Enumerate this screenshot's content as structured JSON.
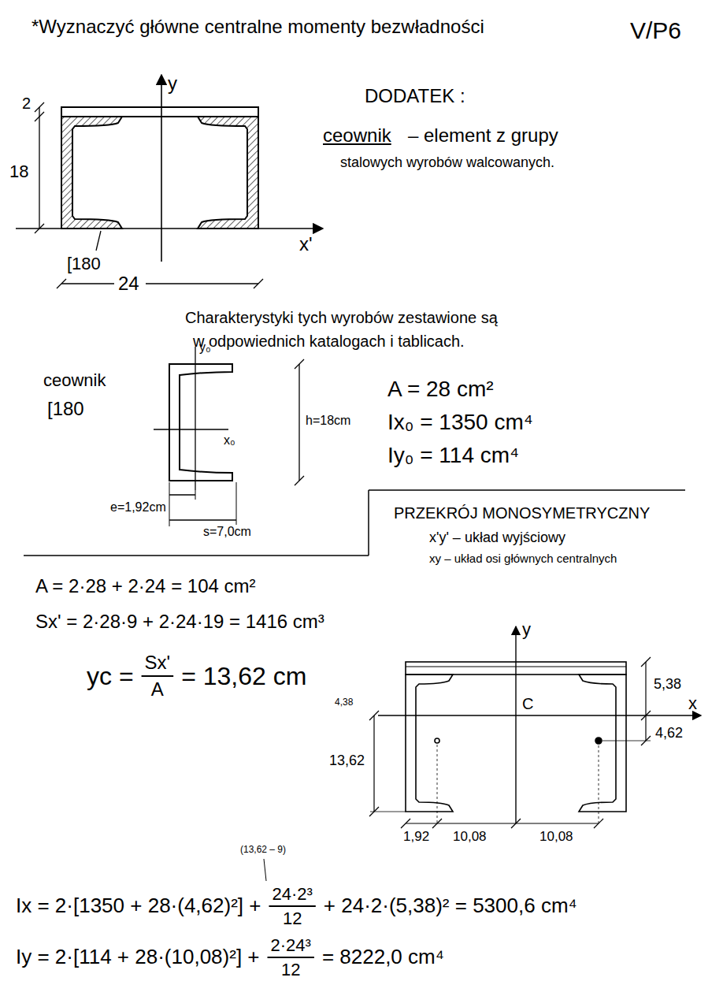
{
  "diagram": {
    "title": "*Wyznaczyć główne centralne momenty bezwładności",
    "labels": [
      "V/P6",
      "2",
      "18",
      "y",
      "x'",
      "[180",
      "24",
      "DODATEK :",
      "ceownik",
      "– element z grupy",
      "stalowych wyrobów walcowanych.",
      "Charakterystyki tych wyrobów zestawione są",
      "w odpowiednich katalogach i tablicach.",
      "ceownik",
      "[180",
      "y₀",
      "x₀",
      "h=18cm",
      "e=1,92cm",
      "s=7,0cm",
      "A = 28 cm²",
      "Ix₀ = 1350 cm⁴",
      "Iy₀ = 114 cm⁴",
      "PRZEKRÓJ MONOSYMETRYCZNY",
      "x'y' – układ wyjściowy",
      "xy – układ osi głównych centralnych",
      "A = 2·28 + 2·24 = 104 cm²",
      "Sx' = 2·28·9 + 2·24·19 = 1416 cm³",
      "yc =",
      "Sx'",
      "A",
      "= 13,62 cm",
      "y",
      "x",
      "C",
      "5,38",
      "4,38",
      "4,62",
      "13,62",
      "1,92",
      "10,08",
      "10,08",
      "(13,62 – 9)",
      "Ix = 2·[1350 + 28·(4,62)²] +",
      "24·2³",
      "12",
      "+ 24·2·(5,38)² = 5300,6 cm⁴",
      "Iy = 2·[114 + 28·(10,08)²] +",
      "2·24³",
      "12",
      "= 8222,0 cm⁴"
    ]
  }
}
